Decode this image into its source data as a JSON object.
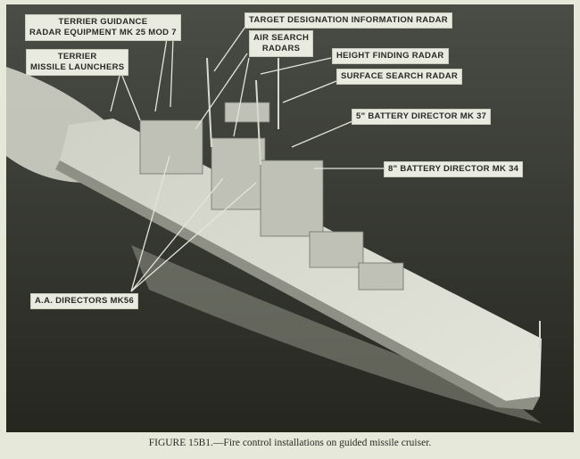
{
  "figure": {
    "labels": {
      "terrier_guidance_line1": "TERRIER GUIDANCE",
      "terrier_guidance_line2": "RADAR EQUIPMENT MK 25 MOD 7",
      "target_designation": "TARGET DESIGNATION INFORMATION RADAR",
      "air_search_line1": "AIR SEARCH",
      "air_search_line2": "RADARS",
      "terrier_launchers_line1": "TERRIER",
      "terrier_launchers_line2": "MISSILE LAUNCHERS",
      "height_finding": "HEIGHT FINDING RADAR",
      "surface_search": "SURFACE SEARCH RADAR",
      "battery_5in": "5\" BATTERY DIRECTOR MK 37",
      "battery_8in": "8\" BATTERY DIRECTOR MK 34",
      "aa_directors": "A.A. DIRECTORS MK56"
    },
    "caption": "FIGURE 15B1.—Fire control installations on guided missile cruiser."
  }
}
